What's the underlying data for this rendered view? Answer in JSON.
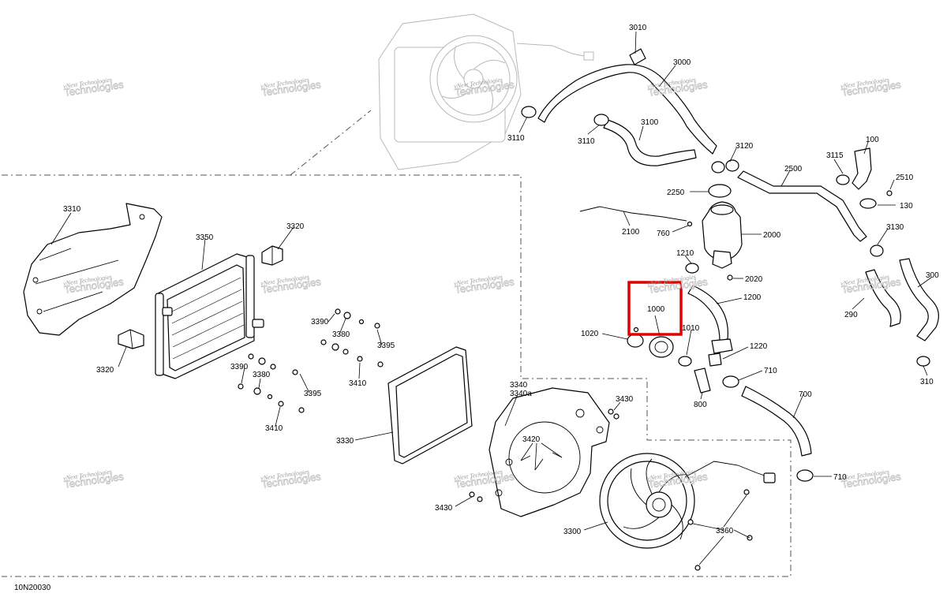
{
  "diagram": {
    "code": "10N20030",
    "watermark": {
      "line1": "vNext Technologies",
      "line2": "Technologies"
    },
    "highlight": {
      "label": "1000",
      "color": "#e00000"
    },
    "labels": [
      "3010",
      "3000",
      "3110",
      "3110",
      "3100",
      "3120",
      "100",
      "3115",
      "2500",
      "2510",
      "130",
      "2250",
      "2000",
      "760",
      "2100",
      "3130",
      "1210",
      "2020",
      "1200",
      "300",
      "290",
      "310",
      "1000",
      "1020",
      "1010",
      "1220",
      "710",
      "800",
      "700",
      "710",
      "3310",
      "3320",
      "3350",
      "3320",
      "3390",
      "3380",
      "3395",
      "3390",
      "3380",
      "3395",
      "3410",
      "3410",
      "3330",
      "3340",
      "3340a",
      "3430",
      "3420",
      "3430",
      "3300",
      "3360"
    ]
  }
}
